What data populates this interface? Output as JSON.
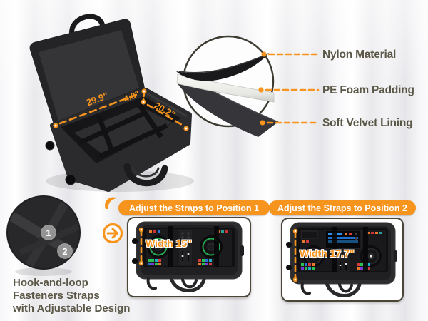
{
  "accent_color": "#F7941D",
  "label_text_color": "#5B5747",
  "hero_bag": {
    "dimensions": {
      "length": "29.9\"",
      "height": "4.8\"",
      "depth": "20.2\""
    }
  },
  "materials": {
    "labels": [
      "Nylon Material",
      "PE Foam Padding",
      "Soft Velvet Lining"
    ]
  },
  "straps": {
    "badges": [
      "1",
      "2"
    ],
    "caption_line1": "Hook-and-loop",
    "caption_line2": "Fasteners Straps",
    "caption_line3": "with Adjustable Design"
  },
  "positions": [
    {
      "banner": "Adjust the Straps to Position 1",
      "width_label": "Width 15\""
    },
    {
      "banner": "Adjust the Straps to Position 2",
      "width_label": "Width 17.7\""
    }
  ]
}
